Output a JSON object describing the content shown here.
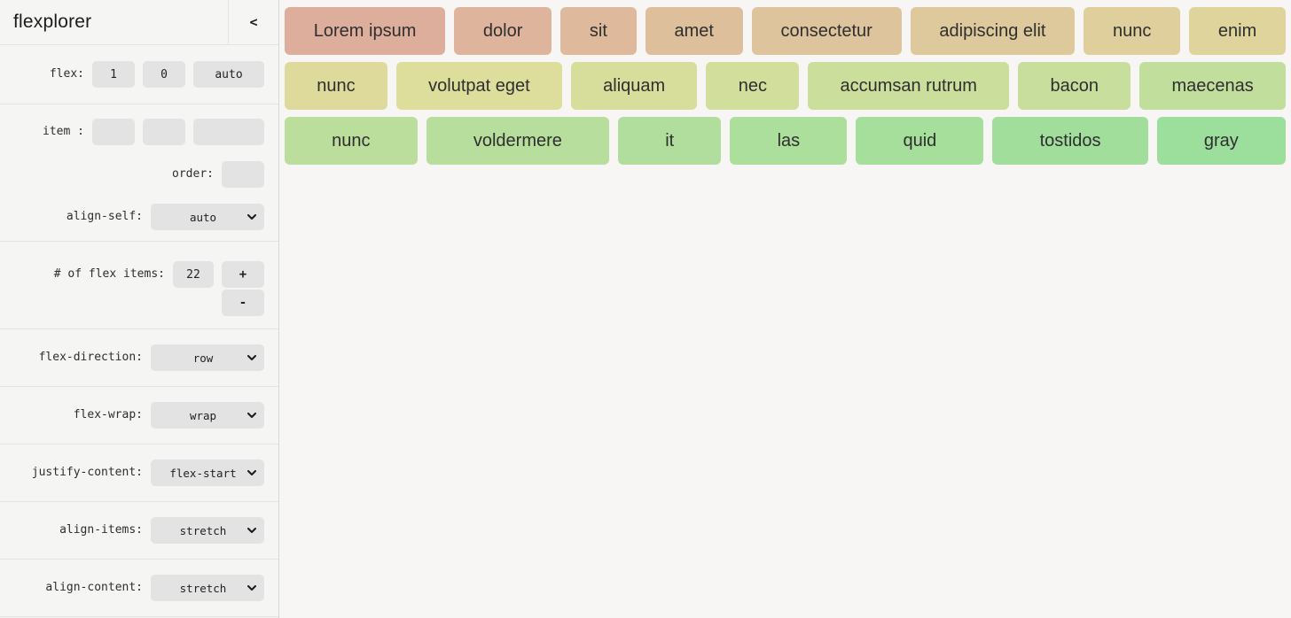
{
  "app": {
    "title": "flexplorer",
    "collapse_icon": "<"
  },
  "sidebar": {
    "flex_row": {
      "label": "flex:",
      "values": [
        "1",
        "0",
        "auto"
      ]
    },
    "item_row": {
      "label": "item :",
      "values": [
        "",
        "",
        ""
      ]
    },
    "order_row": {
      "label": "order:",
      "value": ""
    },
    "align_self": {
      "label": "align-self:",
      "value": "auto"
    },
    "num_items": {
      "label": "# of flex items:",
      "value": "22",
      "increment": "+",
      "decrement": "-"
    },
    "flex_direction": {
      "label": "flex-direction:",
      "value": "row"
    },
    "flex_wrap": {
      "label": "flex-wrap:",
      "value": "wrap"
    },
    "justify_content": {
      "label": "justify-content:",
      "value": "flex-start"
    },
    "align_items": {
      "label": "align-items:",
      "value": "stretch"
    },
    "align_content": {
      "label": "align-content:",
      "value": "stretch"
    }
  },
  "colors": {
    "sidebar_bg": "#f5f5f4",
    "main_bg": "#f7f6f4",
    "control_bg": "#e3e3e3",
    "divider": "#e4e4e4"
  },
  "flex_items": {
    "rows": [
      {
        "items": [
          {
            "label": "Lorem ipsum",
            "color": "#deae9c"
          },
          {
            "label": "dolor",
            "color": "#deb49c"
          },
          {
            "label": "sit",
            "color": "#deb99c"
          },
          {
            "label": "amet",
            "color": "#debf9c"
          },
          {
            "label": "consectetur",
            "color": "#dec49c"
          },
          {
            "label": "adipiscing elit",
            "color": "#dec99c"
          },
          {
            "label": "nunc",
            "color": "#decf9c"
          },
          {
            "label": "enim",
            "color": "#ded49c"
          }
        ]
      },
      {
        "items": [
          {
            "label": "nunc",
            "color": "#deda9c"
          },
          {
            "label": "volutpat eget",
            "color": "#ddde9c"
          },
          {
            "label": "aliquam",
            "color": "#d7de9c"
          },
          {
            "label": "nec",
            "color": "#d2de9c"
          },
          {
            "label": "accumsan rutrum",
            "color": "#ccde9c"
          },
          {
            "label": "bacon",
            "color": "#c7de9c"
          },
          {
            "label": "maecenas",
            "color": "#c1de9c"
          }
        ]
      },
      {
        "items": [
          {
            "label": "nunc",
            "color": "#bcde9c"
          },
          {
            "label": "voldermere",
            "color": "#b7de9c"
          },
          {
            "label": "it",
            "color": "#b1de9c"
          },
          {
            "label": "las",
            "color": "#acde9c"
          },
          {
            "label": "quid",
            "color": "#a6de9c"
          },
          {
            "label": "tostidos",
            "color": "#a1de9c"
          },
          {
            "label": "gray",
            "color": "#9cde9c"
          }
        ]
      }
    ]
  }
}
